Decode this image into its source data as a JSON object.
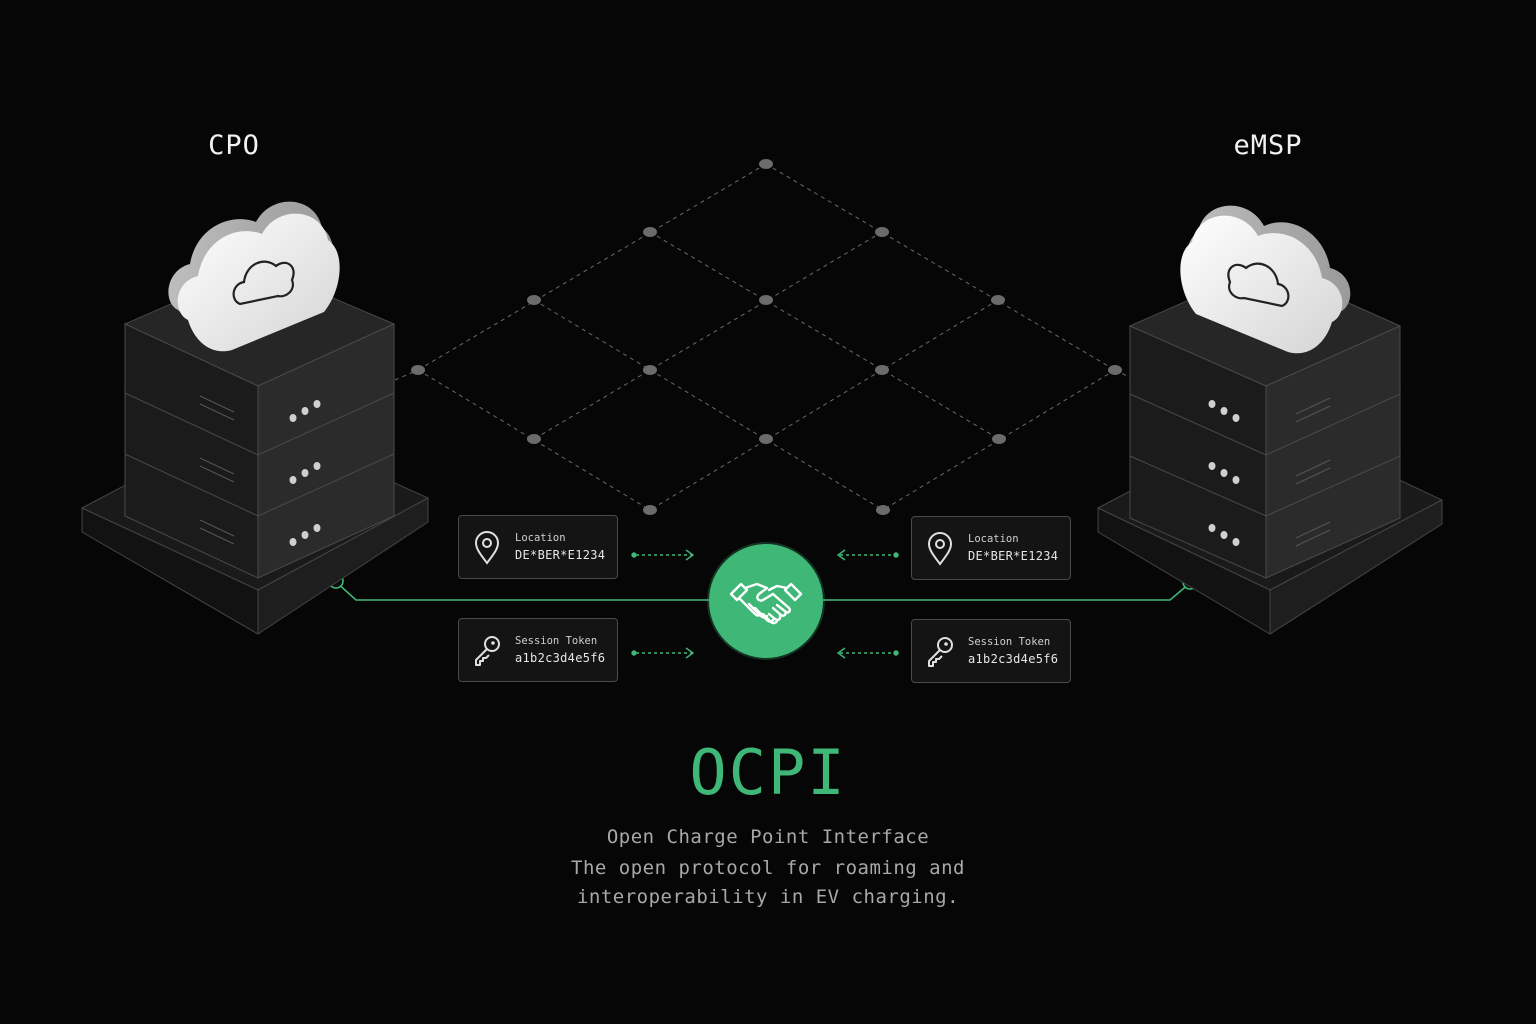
{
  "parties": {
    "left": {
      "label": "CPO"
    },
    "right": {
      "label": "eMSP"
    }
  },
  "cards": {
    "left_location": {
      "icon": "location-pin-icon",
      "title": "Location",
      "value": "DE*BER*E1234"
    },
    "left_token": {
      "icon": "key-icon",
      "title": "Session Token",
      "value": "a1b2c3d4e5f6"
    },
    "right_location": {
      "icon": "location-pin-icon",
      "title": "Location",
      "value": "DE*BER*E1234"
    },
    "right_token": {
      "icon": "key-icon",
      "title": "Session Token",
      "value": "a1b2c3d4e5f6"
    }
  },
  "hub": {
    "icon": "handshake-icon"
  },
  "footer": {
    "acronym": "OCPI",
    "subtitle": "Open Charge Point Interface",
    "description_line1": "The open protocol for roaming and",
    "description_line2": "interoperability in EV charging."
  },
  "colors": {
    "accent": "#3fb877",
    "background": "#060606",
    "server": "#2a2a2a",
    "cloud": "#f0f0f0"
  }
}
